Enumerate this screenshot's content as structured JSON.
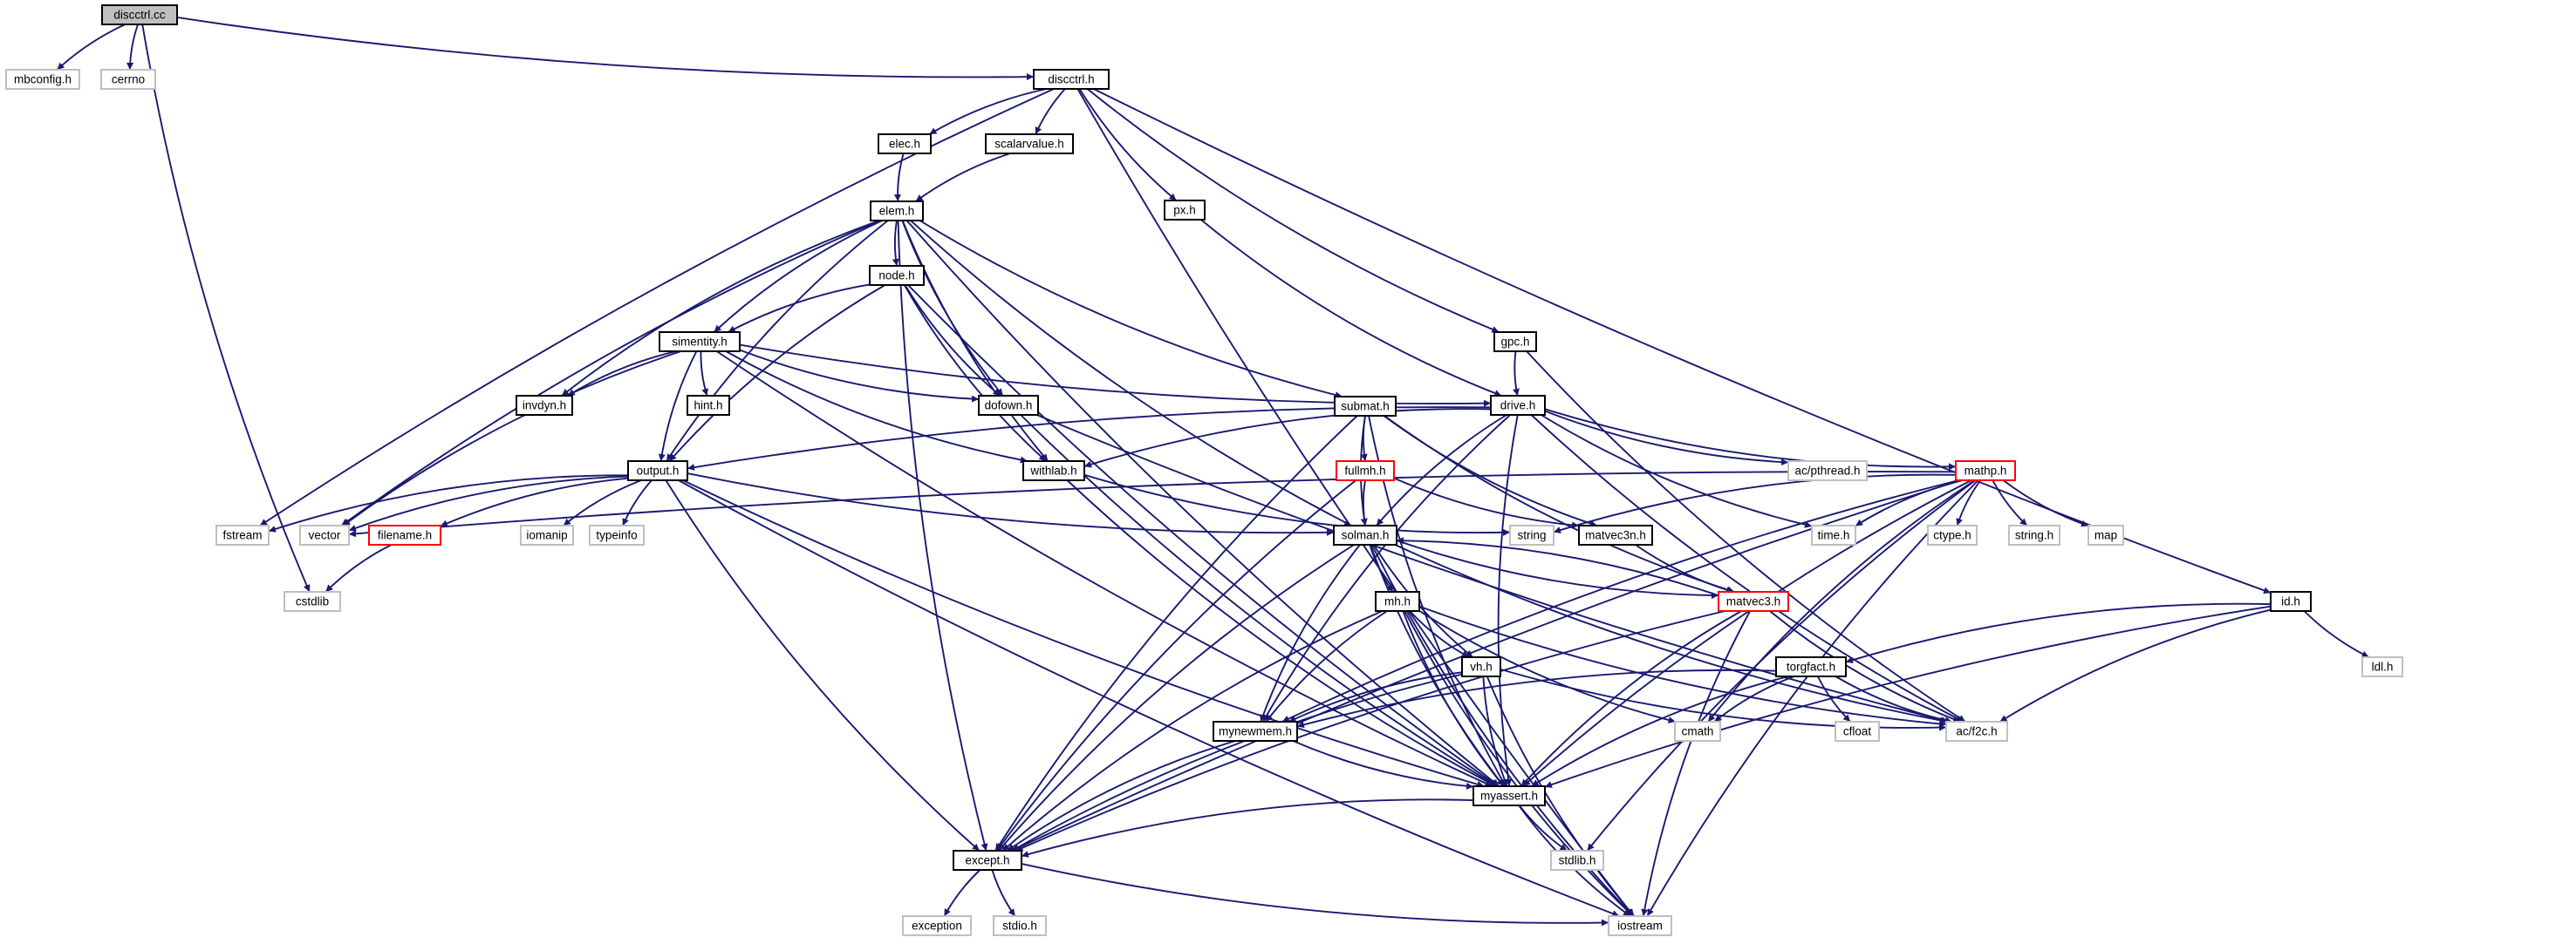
{
  "graph": {
    "colors": {
      "edge": "#191970",
      "node_border": "#000000",
      "external_border": "#bfbfbf",
      "incomplete_border": "#ff0000",
      "root_fill": "#bfbfbf"
    },
    "nodes": [
      {
        "id": "discctrl_cc",
        "label": "discctrl.cc",
        "kind": "root"
      },
      {
        "id": "mbconfig_h",
        "label": "mbconfig.h",
        "kind": "external"
      },
      {
        "id": "cerrno",
        "label": "cerrno",
        "kind": "external"
      },
      {
        "id": "discctrl_h",
        "label": "discctrl.h",
        "kind": "standard"
      },
      {
        "id": "elec_h",
        "label": "elec.h",
        "kind": "standard"
      },
      {
        "id": "scalarvalue_h",
        "label": "scalarvalue.h",
        "kind": "standard"
      },
      {
        "id": "elem_h",
        "label": "elem.h",
        "kind": "standard"
      },
      {
        "id": "px_h",
        "label": "px.h",
        "kind": "standard"
      },
      {
        "id": "node_h",
        "label": "node.h",
        "kind": "standard"
      },
      {
        "id": "simentity_h",
        "label": "simentity.h",
        "kind": "standard"
      },
      {
        "id": "gpc_h",
        "label": "gpc.h",
        "kind": "standard"
      },
      {
        "id": "invdyn_h",
        "label": "invdyn.h",
        "kind": "standard"
      },
      {
        "id": "hint_h",
        "label": "hint.h",
        "kind": "standard"
      },
      {
        "id": "dofown_h",
        "label": "dofown.h",
        "kind": "standard"
      },
      {
        "id": "submat_h",
        "label": "submat.h",
        "kind": "standard"
      },
      {
        "id": "drive_h",
        "label": "drive.h",
        "kind": "standard"
      },
      {
        "id": "output_h",
        "label": "output.h",
        "kind": "standard"
      },
      {
        "id": "withlab_h",
        "label": "withlab.h",
        "kind": "standard"
      },
      {
        "id": "fullmh_h",
        "label": "fullmh.h",
        "kind": "incomplete"
      },
      {
        "id": "ac_pthread_h",
        "label": "ac/pthread.h",
        "kind": "external"
      },
      {
        "id": "mathp_h",
        "label": "mathp.h",
        "kind": "incomplete"
      },
      {
        "id": "fstream",
        "label": "fstream",
        "kind": "external"
      },
      {
        "id": "vector",
        "label": "vector",
        "kind": "external"
      },
      {
        "id": "filename_h",
        "label": "filename.h",
        "kind": "incomplete"
      },
      {
        "id": "iomanip",
        "label": "iomanip",
        "kind": "external"
      },
      {
        "id": "typeinfo",
        "label": "typeinfo",
        "kind": "external"
      },
      {
        "id": "solman_h",
        "label": "solman.h",
        "kind": "standard"
      },
      {
        "id": "string",
        "label": "string",
        "kind": "external"
      },
      {
        "id": "matvec3n_h",
        "label": "matvec3n.h",
        "kind": "standard"
      },
      {
        "id": "time_h",
        "label": "time.h",
        "kind": "external"
      },
      {
        "id": "ctype_h",
        "label": "ctype.h",
        "kind": "external"
      },
      {
        "id": "string_h",
        "label": "string.h",
        "kind": "external"
      },
      {
        "id": "map",
        "label": "map",
        "kind": "external"
      },
      {
        "id": "cstdlib",
        "label": "cstdlib",
        "kind": "external"
      },
      {
        "id": "mh_h",
        "label": "mh.h",
        "kind": "standard"
      },
      {
        "id": "matvec3_h",
        "label": "matvec3.h",
        "kind": "incomplete"
      },
      {
        "id": "id_h",
        "label": "id.h",
        "kind": "standard"
      },
      {
        "id": "vh_h",
        "label": "vh.h",
        "kind": "standard"
      },
      {
        "id": "torgfact_h",
        "label": "torgfact.h",
        "kind": "standard"
      },
      {
        "id": "ldl_h",
        "label": "ldl.h",
        "kind": "external"
      },
      {
        "id": "mynewmem_h",
        "label": "mynewmem.h",
        "kind": "standard"
      },
      {
        "id": "cmath",
        "label": "cmath",
        "kind": "external"
      },
      {
        "id": "cfloat",
        "label": "cfloat",
        "kind": "external"
      },
      {
        "id": "ac_f2c_h",
        "label": "ac/f2c.h",
        "kind": "external"
      },
      {
        "id": "myassert_h",
        "label": "myassert.h",
        "kind": "standard"
      },
      {
        "id": "except_h",
        "label": "except.h",
        "kind": "standard"
      },
      {
        "id": "stdlib_h",
        "label": "stdlib.h",
        "kind": "external"
      },
      {
        "id": "exception",
        "label": "exception",
        "kind": "external"
      },
      {
        "id": "stdio_h",
        "label": "stdio.h",
        "kind": "external"
      },
      {
        "id": "iostream",
        "label": "iostream",
        "kind": "external"
      }
    ],
    "edges": [
      [
        "discctrl_cc",
        "mbconfig_h"
      ],
      [
        "discctrl_cc",
        "cerrno"
      ],
      [
        "discctrl_cc",
        "discctrl_h"
      ],
      [
        "discctrl_cc",
        "cstdlib"
      ],
      [
        "discctrl_h",
        "elec_h"
      ],
      [
        "discctrl_h",
        "scalarvalue_h"
      ],
      [
        "discctrl_h",
        "px_h"
      ],
      [
        "discctrl_h",
        "gpc_h"
      ],
      [
        "discctrl_h",
        "id_h"
      ],
      [
        "discctrl_h",
        "fstream"
      ],
      [
        "discctrl_h",
        "iostream"
      ],
      [
        "elec_h",
        "elem_h"
      ],
      [
        "scalarvalue_h",
        "elem_h"
      ],
      [
        "elem_h",
        "node_h"
      ],
      [
        "elem_h",
        "simentity_h"
      ],
      [
        "elem_h",
        "invdyn_h"
      ],
      [
        "elem_h",
        "dofown_h"
      ],
      [
        "elem_h",
        "submat_h"
      ],
      [
        "elem_h",
        "output_h"
      ],
      [
        "elem_h",
        "withlab_h"
      ],
      [
        "elem_h",
        "vector"
      ],
      [
        "elem_h",
        "solman_h"
      ],
      [
        "elem_h",
        "myassert_h"
      ],
      [
        "elem_h",
        "except_h"
      ],
      [
        "px_h",
        "drive_h"
      ],
      [
        "gpc_h",
        "drive_h"
      ],
      [
        "gpc_h",
        "ac_f2c_h"
      ],
      [
        "node_h",
        "simentity_h"
      ],
      [
        "node_h",
        "dofown_h"
      ],
      [
        "node_h",
        "withlab_h"
      ],
      [
        "node_h",
        "output_h"
      ],
      [
        "node_h",
        "myassert_h"
      ],
      [
        "simentity_h",
        "invdyn_h"
      ],
      [
        "simentity_h",
        "hint_h"
      ],
      [
        "simentity_h",
        "dofown_h"
      ],
      [
        "simentity_h",
        "output_h"
      ],
      [
        "simentity_h",
        "withlab_h"
      ],
      [
        "simentity_h",
        "drive_h"
      ],
      [
        "simentity_h",
        "vector"
      ],
      [
        "simentity_h",
        "myassert_h"
      ],
      [
        "dofown_h",
        "myassert_h"
      ],
      [
        "dofown_h",
        "ac_f2c_h"
      ],
      [
        "submat_h",
        "fullmh_h"
      ],
      [
        "submat_h",
        "solman_h"
      ],
      [
        "submat_h",
        "matvec3n_h"
      ],
      [
        "submat_h",
        "matvec3_h"
      ],
      [
        "submat_h",
        "myassert_h"
      ],
      [
        "submat_h",
        "except_h"
      ],
      [
        "drive_h",
        "output_h"
      ],
      [
        "drive_h",
        "withlab_h"
      ],
      [
        "drive_h",
        "ac_pthread_h"
      ],
      [
        "drive_h",
        "mathp_h"
      ],
      [
        "drive_h",
        "time_h"
      ],
      [
        "drive_h",
        "solman_h"
      ],
      [
        "drive_h",
        "mynewmem_h"
      ],
      [
        "drive_h",
        "ac_f2c_h"
      ],
      [
        "drive_h",
        "myassert_h"
      ],
      [
        "output_h",
        "fstream"
      ],
      [
        "output_h",
        "vector"
      ],
      [
        "output_h",
        "filename_h"
      ],
      [
        "output_h",
        "iomanip"
      ],
      [
        "output_h",
        "typeinfo"
      ],
      [
        "output_h",
        "solman_h"
      ],
      [
        "output_h",
        "myassert_h"
      ],
      [
        "output_h",
        "except_h"
      ],
      [
        "output_h",
        "iostream"
      ],
      [
        "withlab_h",
        "string"
      ],
      [
        "withlab_h",
        "myassert_h"
      ],
      [
        "fullmh_h",
        "solman_h"
      ],
      [
        "fullmh_h",
        "matvec3n_h"
      ],
      [
        "fullmh_h",
        "except_h"
      ],
      [
        "mathp_h",
        "string"
      ],
      [
        "mathp_h",
        "time_h"
      ],
      [
        "mathp_h",
        "ctype_h"
      ],
      [
        "mathp_h",
        "string_h"
      ],
      [
        "mathp_h",
        "map"
      ],
      [
        "mathp_h",
        "cmath"
      ],
      [
        "mathp_h",
        "vector"
      ],
      [
        "mathp_h",
        "myassert_h"
      ],
      [
        "mathp_h",
        "mynewmem_h"
      ],
      [
        "mathp_h",
        "except_h"
      ],
      [
        "mathp_h",
        "stdlib_h"
      ],
      [
        "mathp_h",
        "iostream"
      ],
      [
        "filename_h",
        "cstdlib"
      ],
      [
        "solman_h",
        "mh_h"
      ],
      [
        "solman_h",
        "vh_h"
      ],
      [
        "solman_h",
        "matvec3_h"
      ],
      [
        "solman_h",
        "mynewmem_h"
      ],
      [
        "solman_h",
        "myassert_h"
      ],
      [
        "solman_h",
        "except_h"
      ],
      [
        "solman_h",
        "ac_f2c_h"
      ],
      [
        "solman_h",
        "iostream"
      ],
      [
        "matvec3n_h",
        "matvec3_h"
      ],
      [
        "matvec3_h",
        "solman_h"
      ],
      [
        "matvec3_h",
        "myassert_h"
      ],
      [
        "matvec3_h",
        "except_h"
      ],
      [
        "matvec3_h",
        "ac_f2c_h"
      ],
      [
        "matvec3_h",
        "iostream"
      ],
      [
        "mh_h",
        "vh_h"
      ],
      [
        "mh_h",
        "mynewmem_h"
      ],
      [
        "mh_h",
        "myassert_h"
      ],
      [
        "mh_h",
        "except_h"
      ],
      [
        "mh_h",
        "cmath"
      ],
      [
        "mh_h",
        "ac_f2c_h"
      ],
      [
        "mh_h",
        "iostream"
      ],
      [
        "id_h",
        "torgfact_h"
      ],
      [
        "id_h",
        "ldl_h"
      ],
      [
        "id_h",
        "ac_f2c_h"
      ],
      [
        "id_h",
        "myassert_h"
      ],
      [
        "vh_h",
        "mynewmem_h"
      ],
      [
        "vh_h",
        "myassert_h"
      ],
      [
        "vh_h",
        "except_h"
      ],
      [
        "vh_h",
        "ac_f2c_h"
      ],
      [
        "vh_h",
        "iostream"
      ],
      [
        "torgfact_h",
        "mynewmem_h"
      ],
      [
        "torgfact_h",
        "cmath"
      ],
      [
        "torgfact_h",
        "cfloat"
      ],
      [
        "torgfact_h",
        "ac_f2c_h"
      ],
      [
        "torgfact_h",
        "myassert_h"
      ],
      [
        "mynewmem_h",
        "myassert_h"
      ],
      [
        "mynewmem_h",
        "except_h"
      ],
      [
        "myassert_h",
        "except_h"
      ],
      [
        "myassert_h",
        "stdlib_h"
      ],
      [
        "myassert_h",
        "iostream"
      ],
      [
        "except_h",
        "exception"
      ],
      [
        "except_h",
        "stdio_h"
      ],
      [
        "except_h",
        "iostream"
      ]
    ]
  }
}
